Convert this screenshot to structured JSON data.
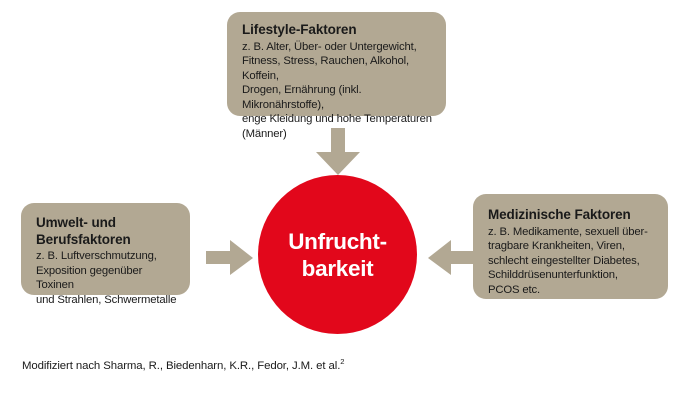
{
  "figure": {
    "center": {
      "label": "Unfrucht-\nbarkeit",
      "color": "#e2071b",
      "text_color": "#ffffff"
    },
    "box_color": "#b2a893",
    "arrow_color": "#b2a893",
    "boxes": [
      {
        "id": "lifestyle",
        "title": "Lifestyle-Faktoren",
        "body": "z. B. Alter, Über- oder Untergewicht,\nFitness, Stress, Rauchen, Alkohol, Koffein,\nDrogen, Ernährung (inkl. Mikronährstoffe),\nenge Kleidung und hohe Temperaturen\n(Männer)",
        "position": "top"
      },
      {
        "id": "environment",
        "title": "Umwelt- und\nBerufsfaktoren",
        "body": "z. B. Luftverschmutzung,\nExposition gegenüber Toxinen\nund Strahlen, Schwermetalle",
        "position": "left"
      },
      {
        "id": "medical",
        "title": "Medizinische Faktoren",
        "body": "z. B. Medikamente, sexuell über-\ntragbare Krankheiten, Viren,\nschlecht eingestellter Diabetes,\nSchilddrüsenunterfunktion,\nPCOS etc.",
        "position": "right"
      }
    ],
    "arrows": [
      {
        "id": "top",
        "direction": "down",
        "icon": "arrow-down-icon"
      },
      {
        "id": "left",
        "direction": "right",
        "icon": "arrow-right-icon"
      },
      {
        "id": "right",
        "direction": "left",
        "icon": "arrow-left-icon"
      }
    ],
    "source_note": "Modifiziert nach Sharma, R., Biedenharn, K.R., Fedor, J.M. et al.",
    "source_ref": "2"
  }
}
